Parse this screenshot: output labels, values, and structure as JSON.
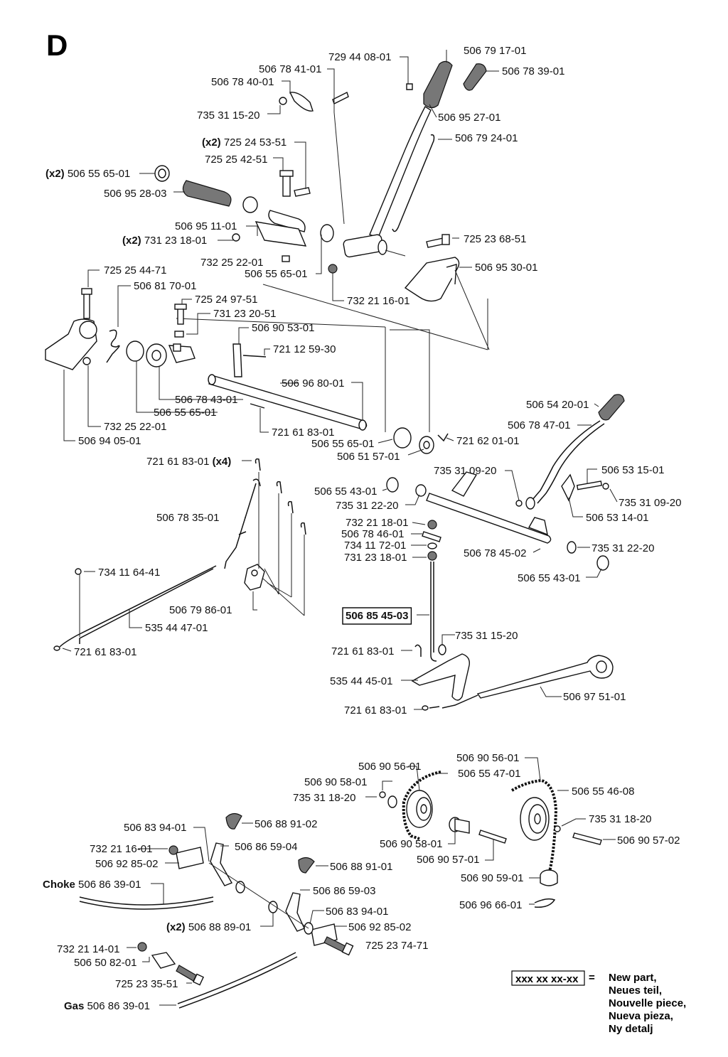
{
  "section_letter": "D",
  "labels": [
    {
      "id": "l1",
      "text": "729 44 08-01"
    },
    {
      "id": "l2",
      "text": "506 79 17-01"
    },
    {
      "id": "l3",
      "text": "506 78 41-01"
    },
    {
      "id": "l4",
      "text": "506 78 39-01"
    },
    {
      "id": "l5",
      "text": "506 78 40-01"
    },
    {
      "id": "l6",
      "text": "735 31 15-20"
    },
    {
      "id": "l7",
      "text": "506 95 27-01"
    },
    {
      "id": "l8",
      "text": "725 24 53-51",
      "prefix": "(x2)"
    },
    {
      "id": "l9",
      "text": "506 79 24-01"
    },
    {
      "id": "l10",
      "text": "725 25 42-51"
    },
    {
      "id": "l11",
      "text": "506 55 65-01",
      "prefix": "(x2)"
    },
    {
      "id": "l12",
      "text": "506 95 28-03"
    },
    {
      "id": "l13",
      "text": "506 95 11-01"
    },
    {
      "id": "l14",
      "text": "725 23 68-51"
    },
    {
      "id": "l15",
      "text": "731 23 18-01",
      "prefix": "(x2)"
    },
    {
      "id": "l16",
      "text": "732 25 22-01"
    },
    {
      "id": "l17",
      "text": "506 55 65-01"
    },
    {
      "id": "l18",
      "text": "506 95 30-01"
    },
    {
      "id": "l19",
      "text": "725 25 44-71"
    },
    {
      "id": "l20",
      "text": "732 21 16-01"
    },
    {
      "id": "l21",
      "text": "506 81 70-01"
    },
    {
      "id": "l22",
      "text": "725 24 97-51"
    },
    {
      "id": "l23",
      "text": "731 23 20-51"
    },
    {
      "id": "l24",
      "text": "506 90 53-01"
    },
    {
      "id": "l25",
      "text": "721 12 59-30"
    },
    {
      "id": "l26",
      "text": "506 96 80-01"
    },
    {
      "id": "l27",
      "text": "506 78 43-01"
    },
    {
      "id": "l28",
      "text": "506 55 65-01"
    },
    {
      "id": "l29",
      "text": "732 25 22-01"
    },
    {
      "id": "l30",
      "text": "721 61 83-01"
    },
    {
      "id": "l31",
      "text": "506 94 05-01"
    },
    {
      "id": "l32",
      "text": "506 55 65-01"
    },
    {
      "id": "l33",
      "text": "721 62 01-01"
    },
    {
      "id": "l34",
      "text": "506 51 57-01"
    },
    {
      "id": "l35",
      "text": "506 54 20-01"
    },
    {
      "id": "l36",
      "text": "506 78 47-01"
    },
    {
      "id": "l37",
      "text": "721 61 83-01",
      "suffix": "(x4)"
    },
    {
      "id": "l38",
      "text": "735 31 09-20"
    },
    {
      "id": "l39",
      "text": "506 53 15-01"
    },
    {
      "id": "l40",
      "text": "506 55 43-01"
    },
    {
      "id": "l41",
      "text": "735 31 09-20"
    },
    {
      "id": "l42",
      "text": "735 31 22-20"
    },
    {
      "id": "l43",
      "text": "506 53 14-01"
    },
    {
      "id": "l44",
      "text": "506 78 35-01"
    },
    {
      "id": "l45",
      "text": "732 21 18-01"
    },
    {
      "id": "l46",
      "text": "506 78 46-01"
    },
    {
      "id": "l47",
      "text": "734 11 72-01"
    },
    {
      "id": "l48",
      "text": "735 31 22-20"
    },
    {
      "id": "l49",
      "text": "731 23 18-01"
    },
    {
      "id": "l50",
      "text": "506 78 45-02"
    },
    {
      "id": "l51",
      "text": "734 11 64-41"
    },
    {
      "id": "l52",
      "text": "506 55 43-01"
    },
    {
      "id": "l53",
      "text": "506 79 86-01"
    },
    {
      "id": "l54",
      "text": "506 85 45-03",
      "boxed": true
    },
    {
      "id": "l55",
      "text": "535 44 47-01"
    },
    {
      "id": "l56",
      "text": "735 31 15-20"
    },
    {
      "id": "l57",
      "text": "721 61 83-01"
    },
    {
      "id": "l58",
      "text": "721 61 83-01"
    },
    {
      "id": "l59",
      "text": "535 44 45-01"
    },
    {
      "id": "l60",
      "text": "506 97 51-01"
    },
    {
      "id": "l61",
      "text": "721 61 83-01"
    },
    {
      "id": "l62",
      "text": "506 90 56-01"
    },
    {
      "id": "l63",
      "text": "506 90 56-01"
    },
    {
      "id": "l64",
      "text": "506 55 47-01"
    },
    {
      "id": "l65",
      "text": "506 90 58-01"
    },
    {
      "id": "l66",
      "text": "735 31 18-20"
    },
    {
      "id": "l67",
      "text": "506 55 46-08"
    },
    {
      "id": "l68",
      "text": "735 31 18-20"
    },
    {
      "id": "l69",
      "text": "506 83 94-01"
    },
    {
      "id": "l70",
      "text": "506 88 91-02"
    },
    {
      "id": "l71",
      "text": "506 90 57-02"
    },
    {
      "id": "l72",
      "text": "506 90 58-01"
    },
    {
      "id": "l73",
      "text": "732 21 16-01"
    },
    {
      "id": "l74",
      "text": "506 86 59-04"
    },
    {
      "id": "l75",
      "text": "506 92 85-02"
    },
    {
      "id": "l76",
      "text": "506 90 57-01"
    },
    {
      "id": "l77",
      "text": "506 88 91-01"
    },
    {
      "id": "l78",
      "text": "506 90 59-01"
    },
    {
      "id": "l79",
      "text": "506 86 39-01",
      "prefix": "Choke"
    },
    {
      "id": "l80",
      "text": "506 86 59-03"
    },
    {
      "id": "l81",
      "text": "506 96 66-01"
    },
    {
      "id": "l82",
      "text": "506 83 94-01"
    },
    {
      "id": "l83",
      "text": "506 88 89-01",
      "prefix": "(x2)"
    },
    {
      "id": "l84",
      "text": "506 92 85-02"
    },
    {
      "id": "l85",
      "text": "725 23 74-71"
    },
    {
      "id": "l86",
      "text": "732 21 14-01"
    },
    {
      "id": "l87",
      "text": "506 50 82-01"
    },
    {
      "id": "l88",
      "text": "725 23 35-51"
    },
    {
      "id": "l89",
      "text": "506 86 39-01",
      "prefix": "Gas"
    }
  ],
  "legend": {
    "sample": "xxx xx xx-xx",
    "equals": "=",
    "lines": [
      "New part,",
      "Neues teil,",
      "Nouvelle piece,",
      "Nueva pieza,",
      "Ny detalj"
    ]
  }
}
